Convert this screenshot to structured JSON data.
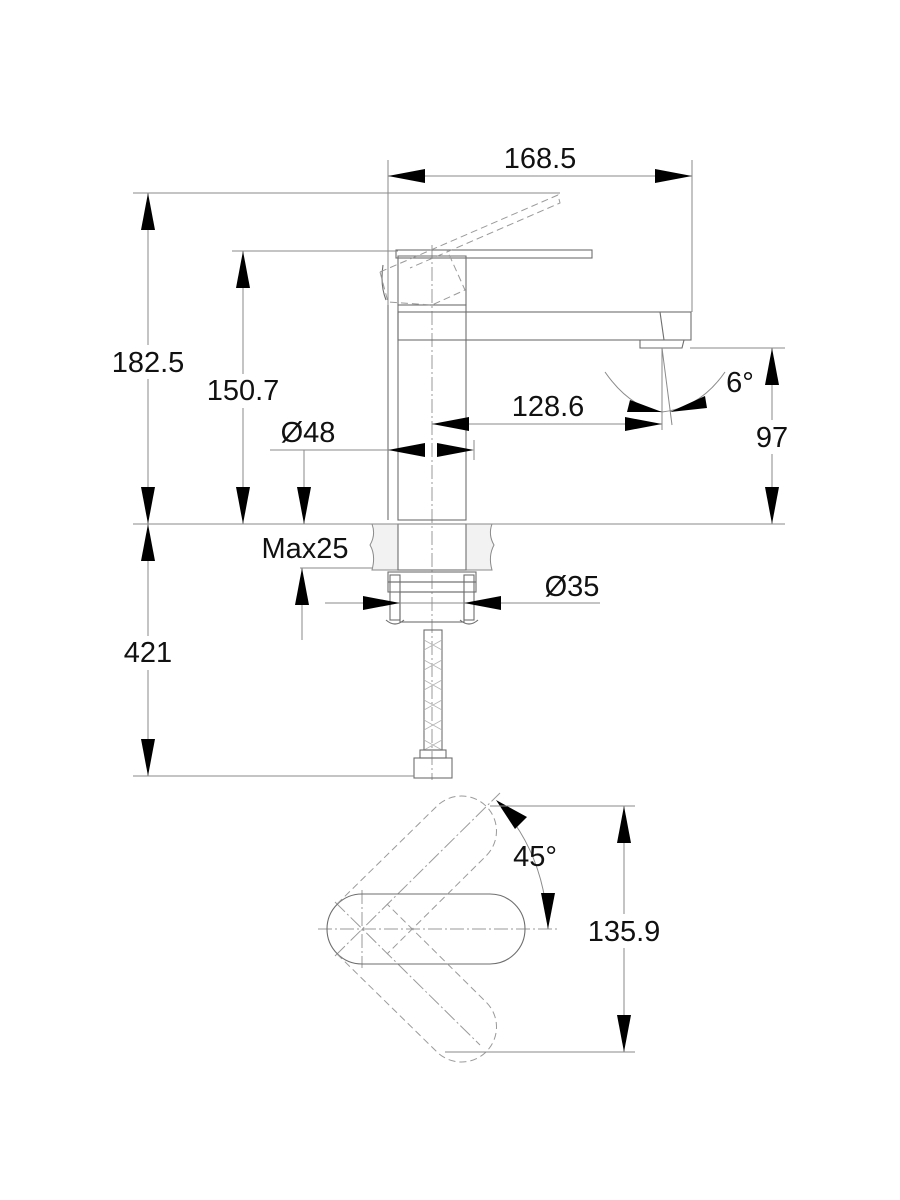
{
  "drawing": {
    "subject": "Basin mixer tap technical drawing",
    "views": [
      "side-elevation",
      "top-plan"
    ]
  },
  "dimensions": {
    "overall_depth": "168.5",
    "overall_height": "182.5",
    "body_height": "150.7",
    "body_diameter": "Ø48",
    "spout_reach": "128.6",
    "spout_angle": "6°",
    "spout_clearance": "97",
    "max_counter_thickness": "Max25",
    "mount_hole_diameter": "Ø35",
    "below_counter_length": "421",
    "handle_rotation": "45°",
    "handle_sweep": "135.9"
  },
  "colors": {
    "line": "#6e6e6e",
    "dim_line": "#8a8a8a",
    "arrow": "#000000",
    "text": "#111111"
  }
}
